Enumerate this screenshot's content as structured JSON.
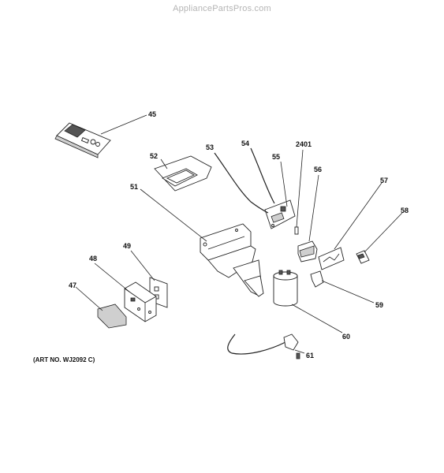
{
  "watermark": "AppliancePartsPros.com",
  "art_number": "(ART NO. WJ2092 C)",
  "callouts": {
    "c45": "45",
    "c52": "52",
    "c53": "53",
    "c54": "54",
    "c55": "55",
    "c2401": "2401",
    "c56": "56",
    "c57": "57",
    "c58": "58",
    "c51": "51",
    "c49": "49",
    "c48": "48",
    "c47": "47",
    "c59": "59",
    "c60": "60",
    "c61": "61"
  }
}
